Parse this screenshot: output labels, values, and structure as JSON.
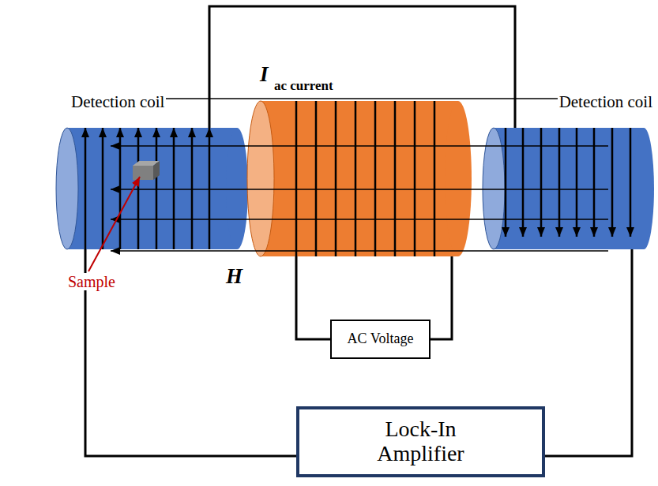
{
  "diagram": {
    "nodes": [
      {
        "text": [
          "AC Voltage"
        ]
      },
      {
        "text": [
          "Lock-In Amplifier"
        ]
      }
    ],
    "labels": [
      "Detection coil",
      "I",
      "ac current",
      "Detection coil",
      "H",
      "Sample"
    ]
  }
}
